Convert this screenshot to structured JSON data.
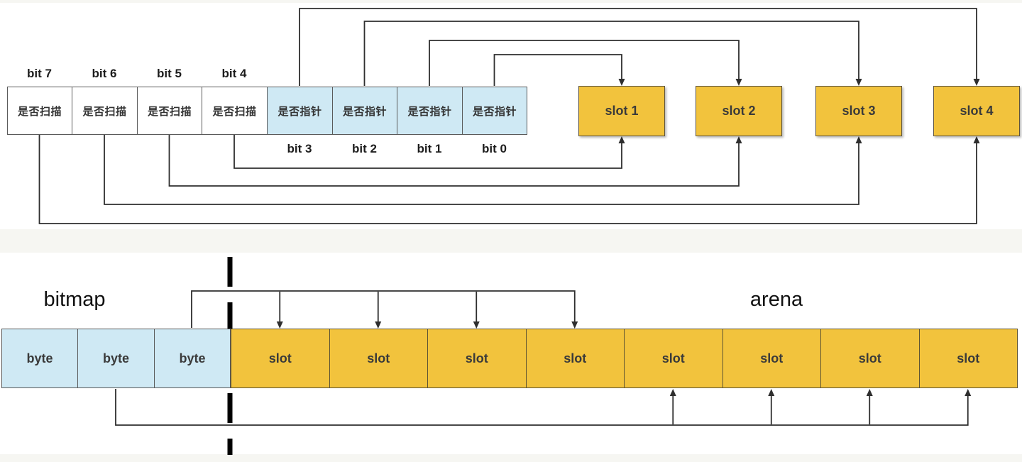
{
  "top_diagram": {
    "scan_bits": [
      {
        "bit": "bit 7",
        "label": "是否扫描"
      },
      {
        "bit": "bit 6",
        "label": "是否扫描"
      },
      {
        "bit": "bit 5",
        "label": "是否扫描"
      },
      {
        "bit": "bit 4",
        "label": "是否扫描"
      }
    ],
    "pointer_bits": [
      {
        "bit": "bit 3",
        "label": "是否指针"
      },
      {
        "bit": "bit 2",
        "label": "是否指针"
      },
      {
        "bit": "bit 1",
        "label": "是否指针"
      },
      {
        "bit": "bit 0",
        "label": "是否指针"
      }
    ],
    "slots": [
      {
        "label": "slot 1"
      },
      {
        "label": "slot 2"
      },
      {
        "label": "slot 3"
      },
      {
        "label": "slot 4"
      }
    ],
    "connections": [
      {
        "from": "bit 3",
        "to": "slot 4",
        "side": "top"
      },
      {
        "from": "bit 2",
        "to": "slot 3",
        "side": "top"
      },
      {
        "from": "bit 1",
        "to": "slot 2",
        "side": "top"
      },
      {
        "from": "bit 0",
        "to": "slot 1",
        "side": "top"
      },
      {
        "from": "bit 4",
        "to": "slot 1",
        "side": "bottom"
      },
      {
        "from": "bit 5",
        "to": "slot 2",
        "side": "bottom"
      },
      {
        "from": "bit 6",
        "to": "slot 3",
        "side": "bottom"
      },
      {
        "from": "bit 7",
        "to": "slot 4",
        "side": "bottom"
      }
    ]
  },
  "bottom_diagram": {
    "bitmap_label": "bitmap",
    "arena_label": "arena",
    "bytes": [
      {
        "label": "byte"
      },
      {
        "label": "byte"
      },
      {
        "label": "byte"
      }
    ],
    "slots": [
      {
        "label": "slot"
      },
      {
        "label": "slot"
      },
      {
        "label": "slot"
      },
      {
        "label": "slot"
      },
      {
        "label": "slot"
      },
      {
        "label": "slot"
      },
      {
        "label": "slot"
      },
      {
        "label": "slot"
      }
    ],
    "connections": [
      {
        "from": "byte 3",
        "to": "arena slots 1-4",
        "side": "top"
      },
      {
        "from": "byte 2",
        "to": "arena slots 5-8",
        "side": "bottom"
      }
    ]
  },
  "colors": {
    "slot_fill": "#f2c33d",
    "bit_pointer_fill": "#cfe9f4",
    "bit_scan_fill": "#ffffff",
    "wire": "#2e2e2e",
    "page_band": "#f6f6f2"
  }
}
